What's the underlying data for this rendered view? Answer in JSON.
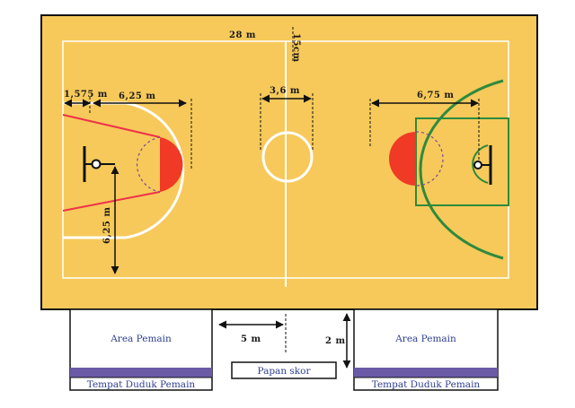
{
  "court": {
    "length_label": "28 m",
    "width_label": "15cm",
    "free_throw_margin_label": "1,575 m",
    "key_radius_label": "6,25 m",
    "center_circle_label": "3,6 m",
    "three_point_label": "6,75 m",
    "key_depth_label": "6,25 m",
    "colors": {
      "floor": "#f6c95a",
      "left_lines": "#ffffff",
      "right_lines": "#2e8a3c",
      "key_semicircle": "#f03a26",
      "frame": "#111111"
    }
  },
  "bench_area": {
    "left_area_label": "Area Pemain",
    "left_seat_label": "Tempat Duduk Pemain",
    "right_area_label": "Area Pemain",
    "right_seat_label": "Tempat Duduk Pemain",
    "gap_label": "5 m",
    "depth_label": "2 m",
    "scoreboard_label": "Papan skor",
    "seat_strip_color": "#6b5aa6"
  }
}
